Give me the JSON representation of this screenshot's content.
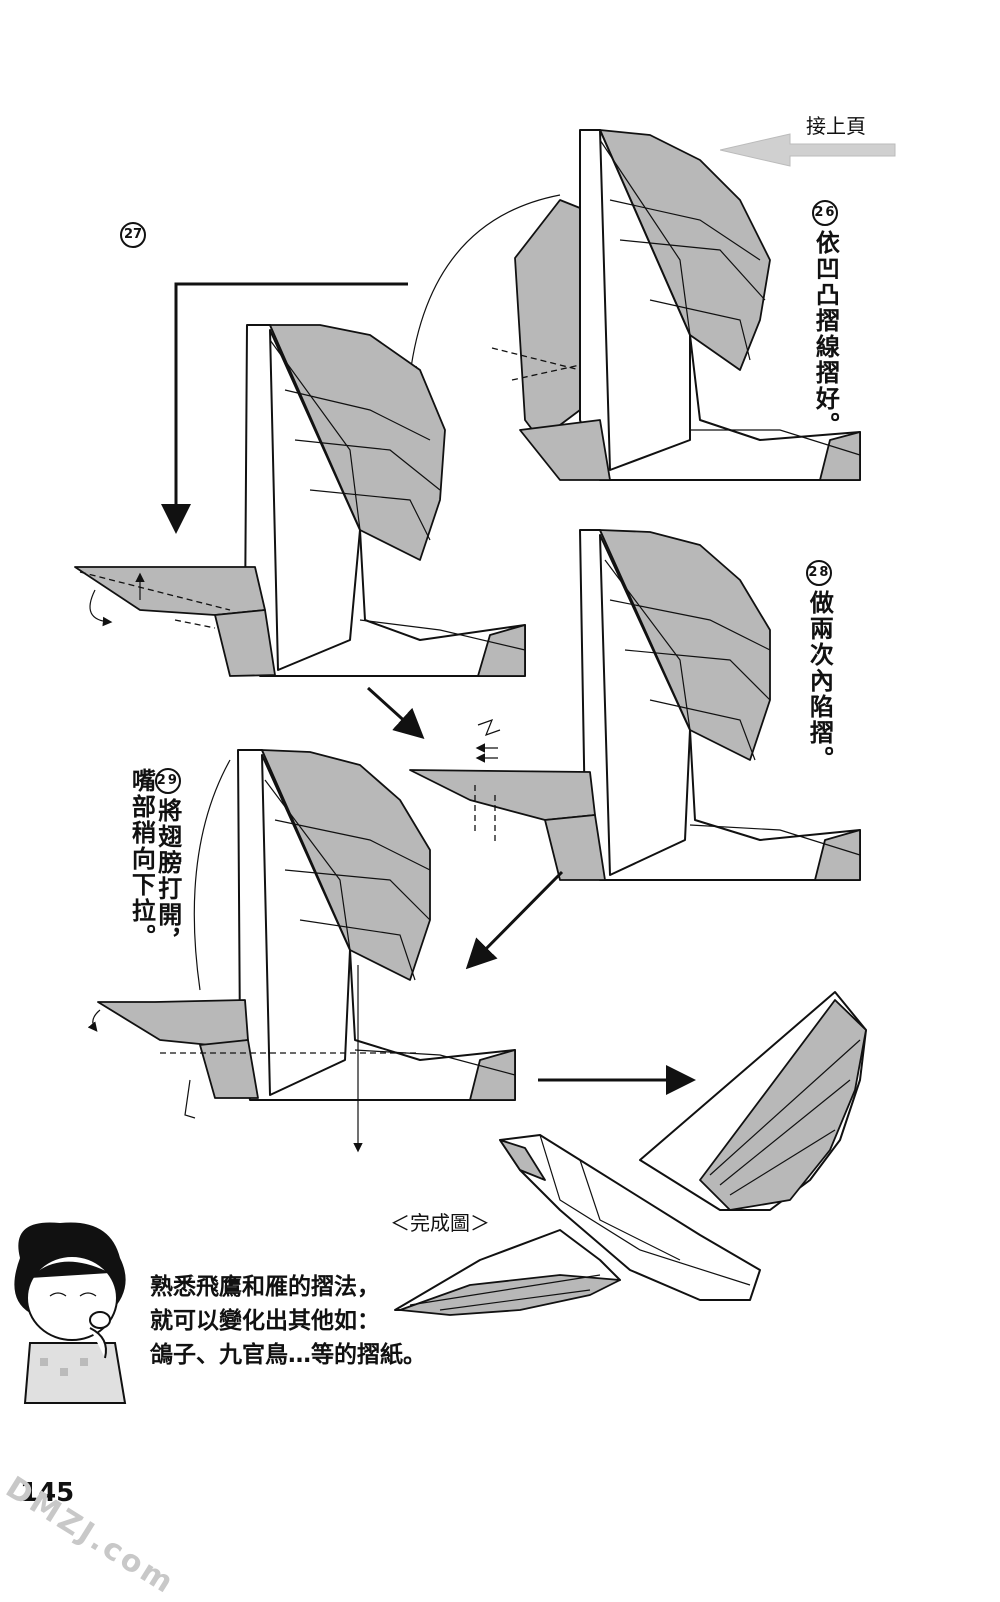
{
  "header": {
    "continue_label": "接上頁"
  },
  "steps": [
    {
      "number": "26",
      "text": "依凹凸摺線摺好。"
    },
    {
      "number": "27",
      "text": ""
    },
    {
      "number": "28",
      "text": "做兩次內陷摺。"
    },
    {
      "number": "29",
      "text": "將翅膀打開，嘴部稍向下拉。"
    }
  ],
  "finished_label": "＜完成圖＞",
  "commentary": {
    "line1": "熟悉飛鷹和雁的摺法，",
    "line2": "就可以變化出其他如：",
    "line3": "鴿子、九官鳥…等的摺紙。"
  },
  "page_number": "145",
  "watermark": "DMZJ.com",
  "colors": {
    "shade": "#b8b8b8",
    "ink": "#111111",
    "arrow_hint": "#d0d0d0"
  }
}
